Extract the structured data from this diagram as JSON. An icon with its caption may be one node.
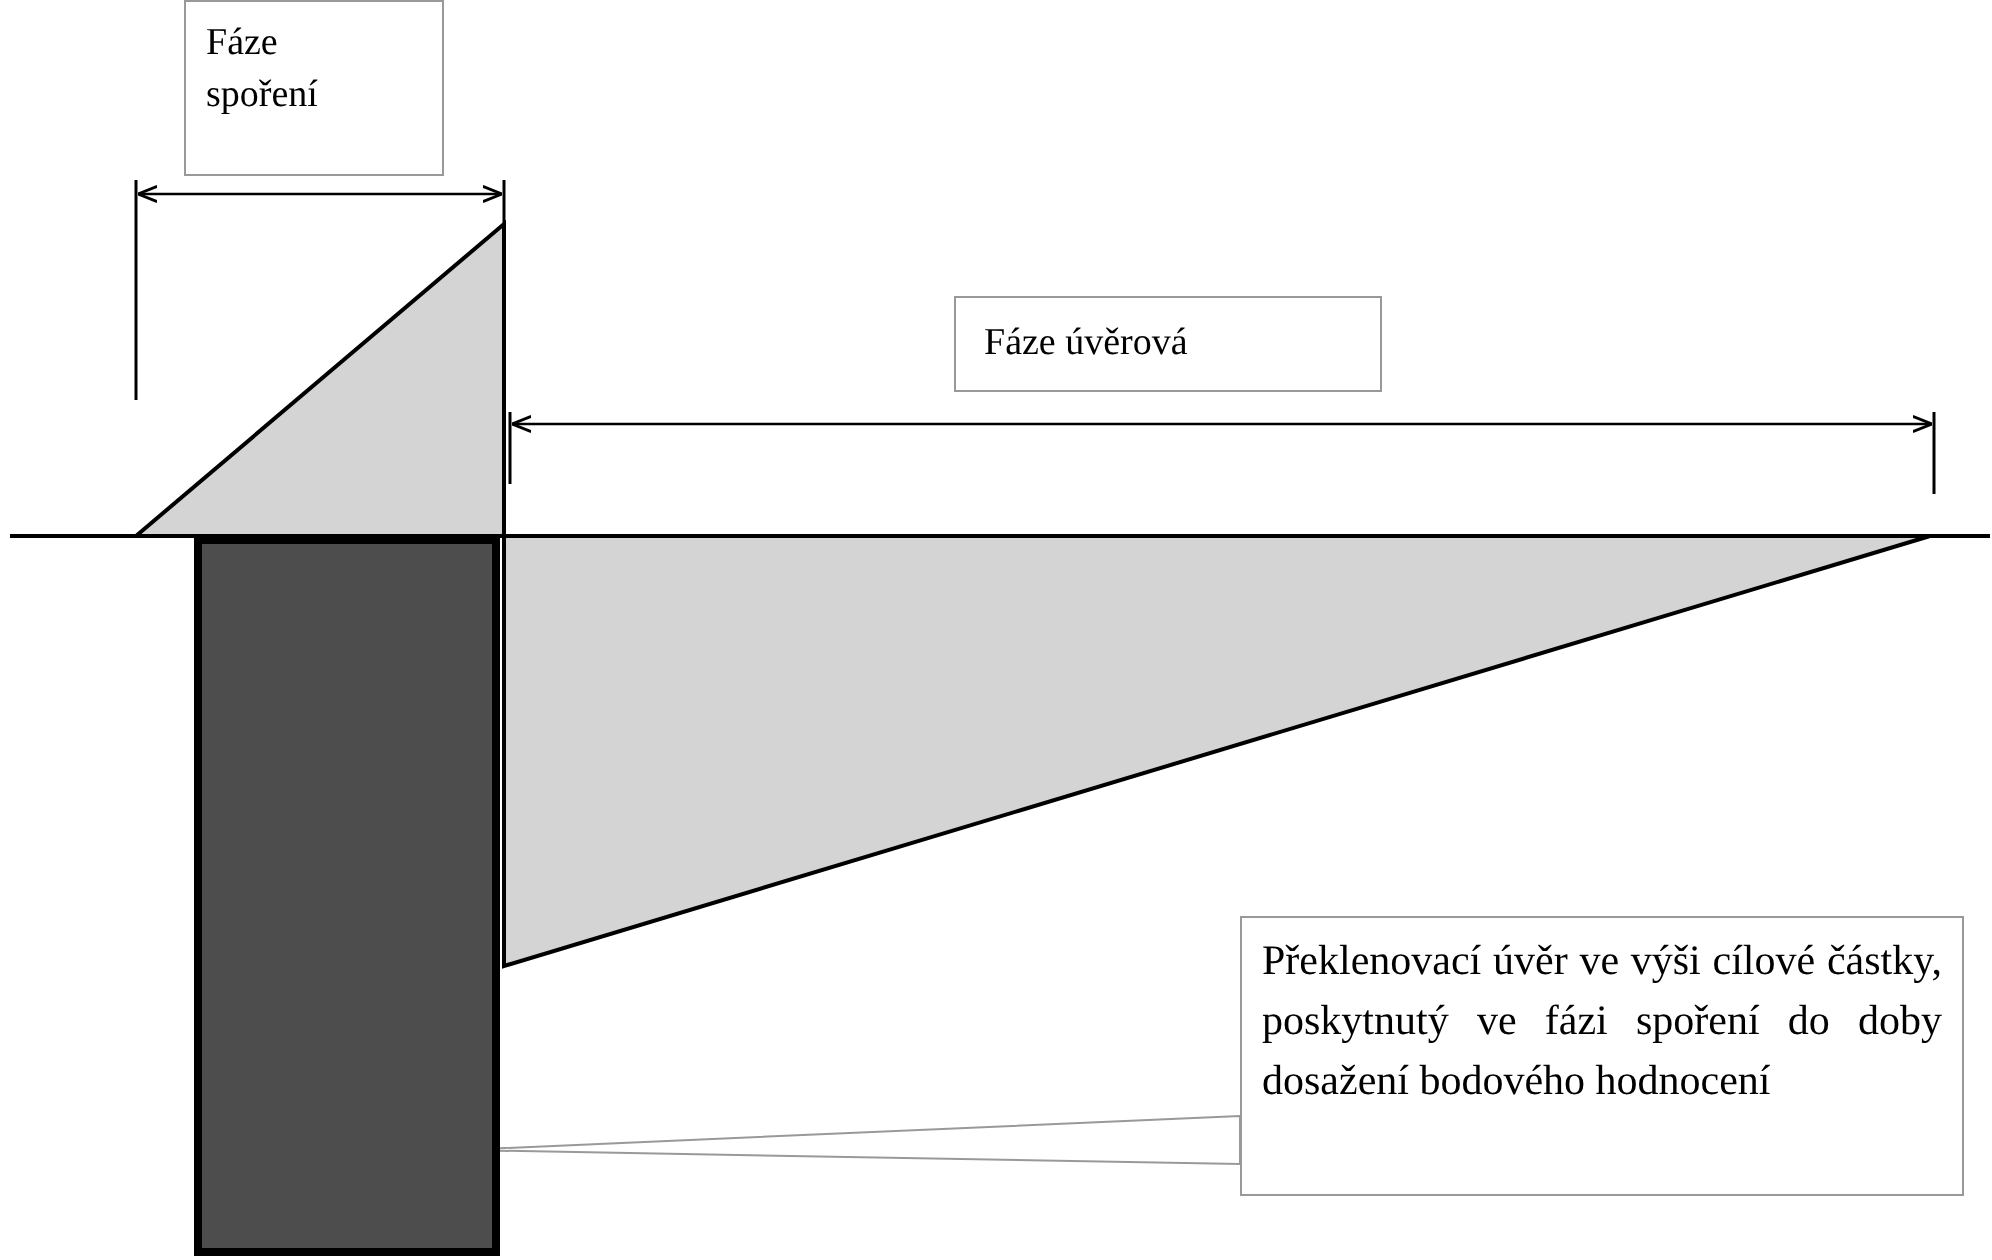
{
  "diagram": {
    "nodes": [
      {
        "text": [
          "Fáze spoření"
        ]
      },
      {
        "text": [
          "Fáze úvěrová"
        ]
      },
      {
        "text": [
          "Překlenovací úvěr ve výši cílové částky, poskytnutý ve fázi spoření do doby dosažení bodového hodnocení"
        ]
      },
      {
        "text": [],
        "shape": "bar"
      }
    ],
    "edges": [
      {
        "from": 2,
        "to": 3,
        "arrow": "none"
      }
    ]
  }
}
